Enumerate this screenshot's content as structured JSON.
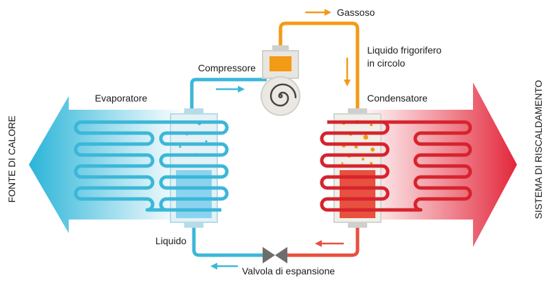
{
  "labels": {
    "gassoso": "Gassoso",
    "liquido_circolo_1": "Liquido frigorifero",
    "liquido_circolo_2": "in circolo",
    "compressore": "Compressore",
    "evaporatore": "Evaporatore",
    "condensatore": "Condensatore",
    "liquido": "Liquido",
    "valvola": "Valvola di espansione",
    "fonte": "FONTE DI CALORE",
    "sistema": "SISTEMA DI RISCALDAMENTO"
  },
  "colors": {
    "cold_pipe": "#3bb7d8",
    "cold_fill": "#8cd3ef",
    "hot_pipe": "#d6232d",
    "hot_fill": "#e8503f",
    "gas_pipe": "#f39a16",
    "flow_arrow_cold": "#3bb7d8",
    "flow_arrow_hot": "#e8503f",
    "flow_arrow_gas": "#f39a16",
    "valve": "#6d6d6d"
  }
}
